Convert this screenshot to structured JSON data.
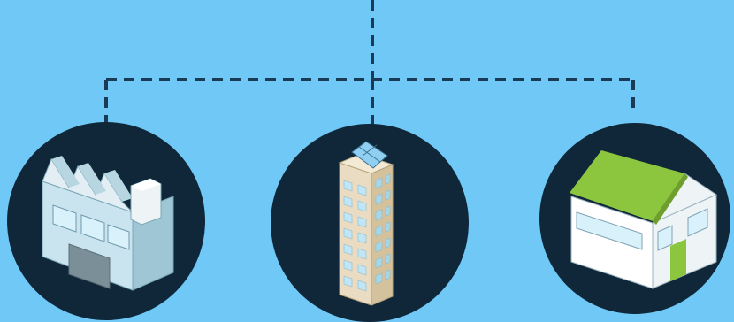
{
  "diagram": {
    "background_color": "#6fc8f5",
    "connector_color": "#1b3a55",
    "circle_color": "#0f2738",
    "connector_style": "dashed",
    "nodes": [
      {
        "id": "factory",
        "icon": "factory-icon",
        "roof_color": "#e2eef3",
        "wall_color": "#c9e4ee"
      },
      {
        "id": "office-tower",
        "icon": "office-tower-icon",
        "wall_color": "#e9dcc2",
        "solar_panel_color": "#8fd0f2"
      },
      {
        "id": "house",
        "icon": "house-icon",
        "roof_color": "#8cc63f",
        "door_color": "#8cc63f"
      }
    ]
  }
}
